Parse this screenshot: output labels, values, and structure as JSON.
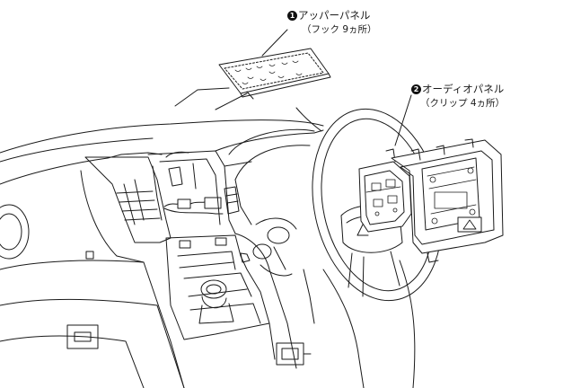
{
  "callouts": [
    {
      "number": "1",
      "title": "アッパーパネル",
      "sub": "（フック 9ヵ所）"
    },
    {
      "number": "2",
      "title": "オーディオパネル",
      "sub": "（クリップ 4ヵ所）"
    }
  ],
  "colors": {
    "line": "#1a1a1a",
    "panel_fill": "#ffffff",
    "background": "#ffffff"
  }
}
